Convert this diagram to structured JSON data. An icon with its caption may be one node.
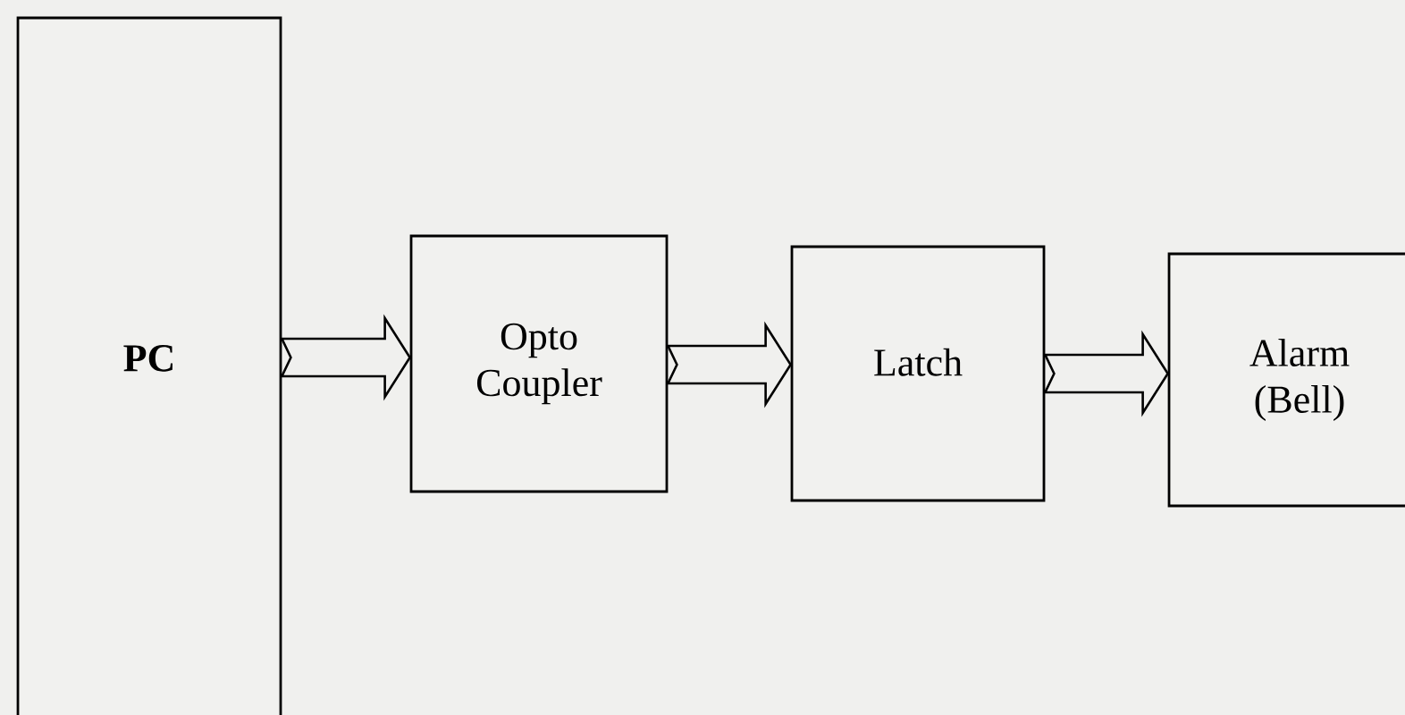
{
  "diagram": {
    "nodes": [
      {
        "text": [
          "PC"
        ]
      },
      {
        "text": [
          "Opto Coupler"
        ]
      },
      {
        "text": [
          "Latch"
        ]
      },
      {
        "text": [
          "Alarm (Bell)"
        ]
      }
    ],
    "edges": [
      {
        "from": 0,
        "to": 1,
        "arrow": "to"
      },
      {
        "from": 1,
        "to": 2,
        "arrow": "to"
      },
      {
        "from": 2,
        "to": 3,
        "arrow": "to"
      }
    ]
  }
}
